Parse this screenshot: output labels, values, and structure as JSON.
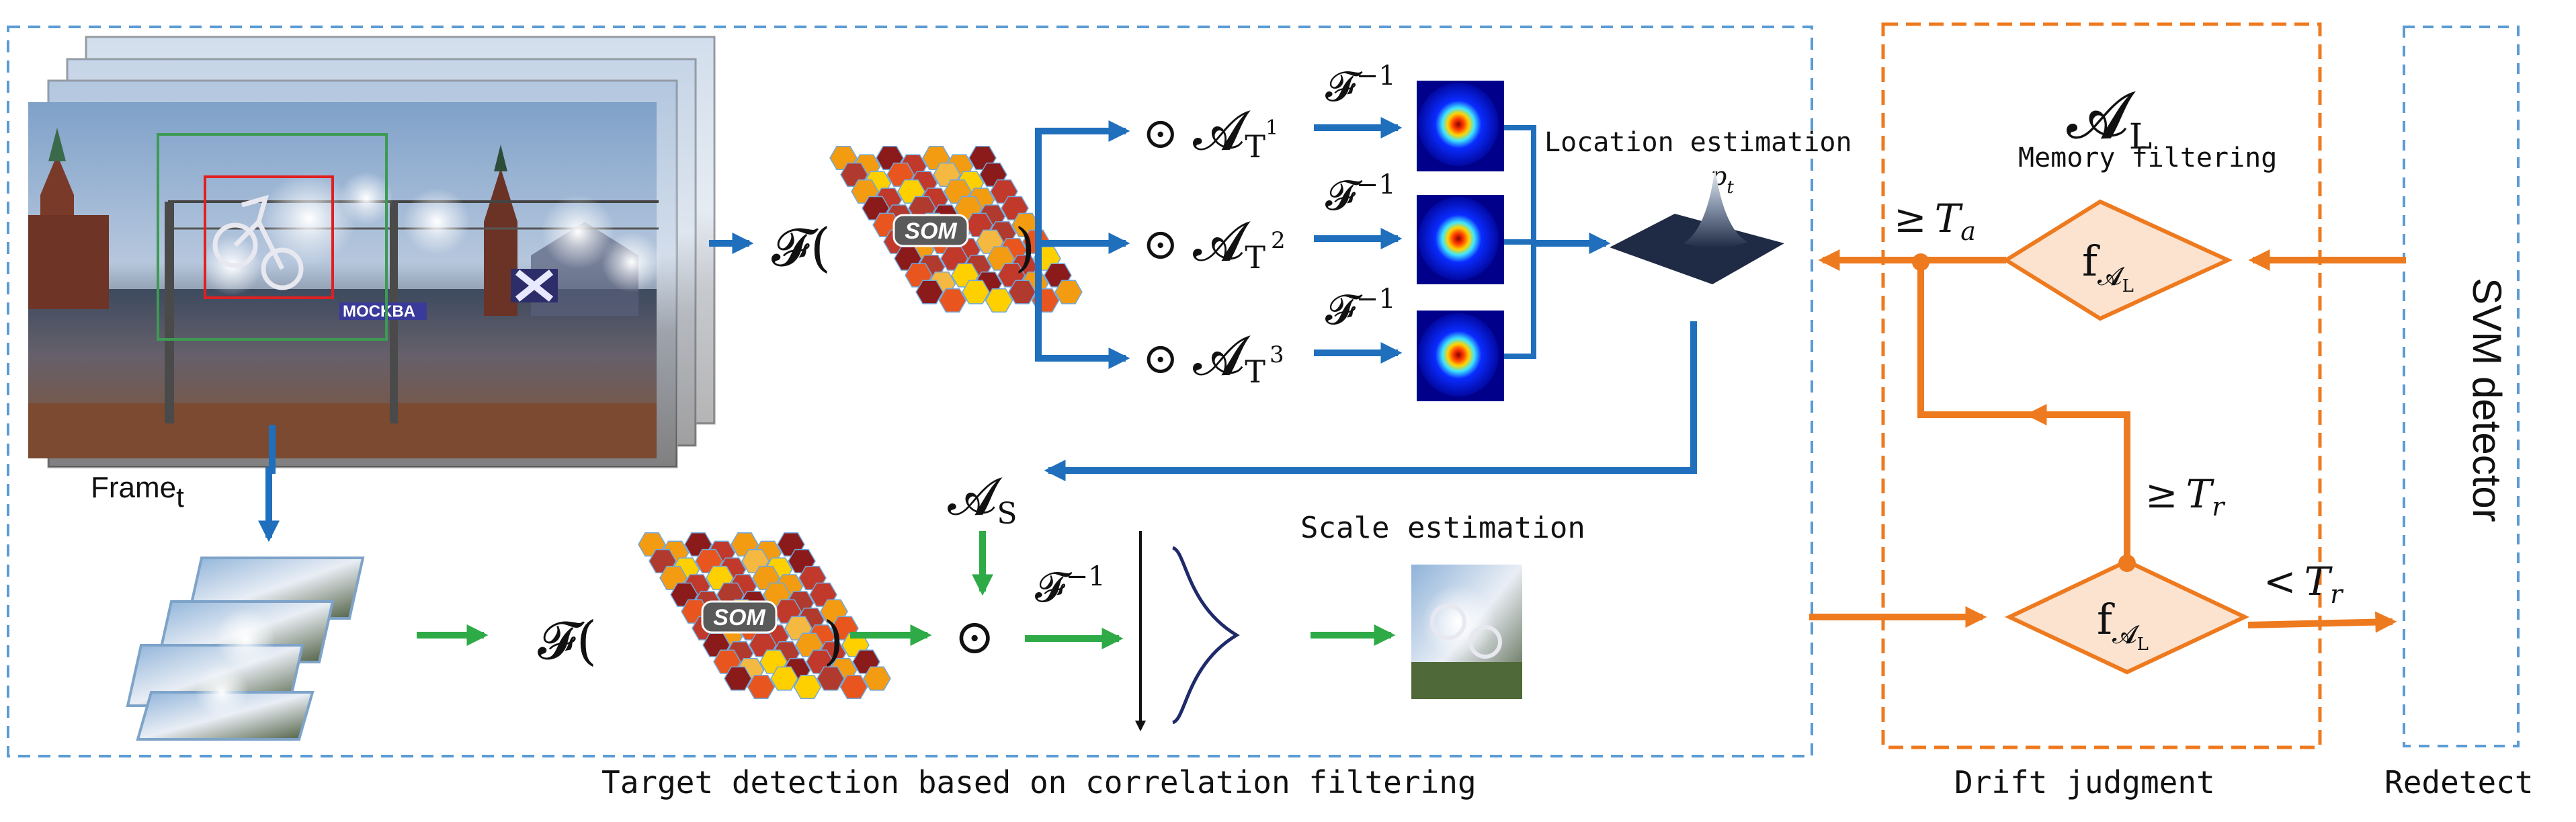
{
  "colors": {
    "flow_blue": "#1f6fbd",
    "flow_green": "#2eaa46",
    "flow_orange": "#ee7a1f",
    "dashed_blue": "#5b9bd5",
    "dashed_orange": "#ee7a1f",
    "diamond_fill": "#fbe3d0"
  },
  "regions": {
    "tracking": {
      "caption": "Target detection based on correlation filtering"
    },
    "drift": {
      "caption": "Drift judgment"
    },
    "redetect": {
      "caption": "Redetect",
      "box_label": "SVM detector"
    }
  },
  "frame": {
    "label": "Frame",
    "subscript": "t",
    "scene_text": "MOCKBA"
  },
  "location": {
    "fourier_open": "𝓕(",
    "fourier_close": ")",
    "som_label": "SOM",
    "templates": [
      {
        "op": "⊙",
        "base": "𝓐",
        "sub": "T",
        "sup": "1"
      },
      {
        "op": "⊙",
        "base": "𝓐",
        "sub": "T",
        "sup": "2"
      },
      {
        "op": "⊙",
        "base": "𝓐",
        "sub": "T",
        "sup": "3"
      }
    ],
    "inverse": {
      "base": "𝓕",
      "sup": "−1"
    },
    "title": "Location estimation",
    "peak": {
      "base": "p",
      "sub": "t"
    }
  },
  "scale": {
    "fourier_open": "𝓕(",
    "fourier_close": ")",
    "som_label": "SOM",
    "filter": {
      "base": "𝓐",
      "sub": "S"
    },
    "op": "⊙",
    "inverse": {
      "base": "𝓕",
      "sup": "−1"
    },
    "title": "Scale estimation"
  },
  "memory": {
    "symbol": {
      "base": "𝓐",
      "sub": "L"
    },
    "title": "Memory filtering",
    "diamond": {
      "base": "f",
      "sub": "𝓐",
      "subsub": "L"
    }
  },
  "thresholds": {
    "upper": {
      "op": "≥",
      "base": "T",
      "sub": "a"
    },
    "middle": {
      "op": "≥",
      "base": "T",
      "sub": "r"
    },
    "lower": {
      "op": "<",
      "base": "T",
      "sub": "r"
    }
  }
}
